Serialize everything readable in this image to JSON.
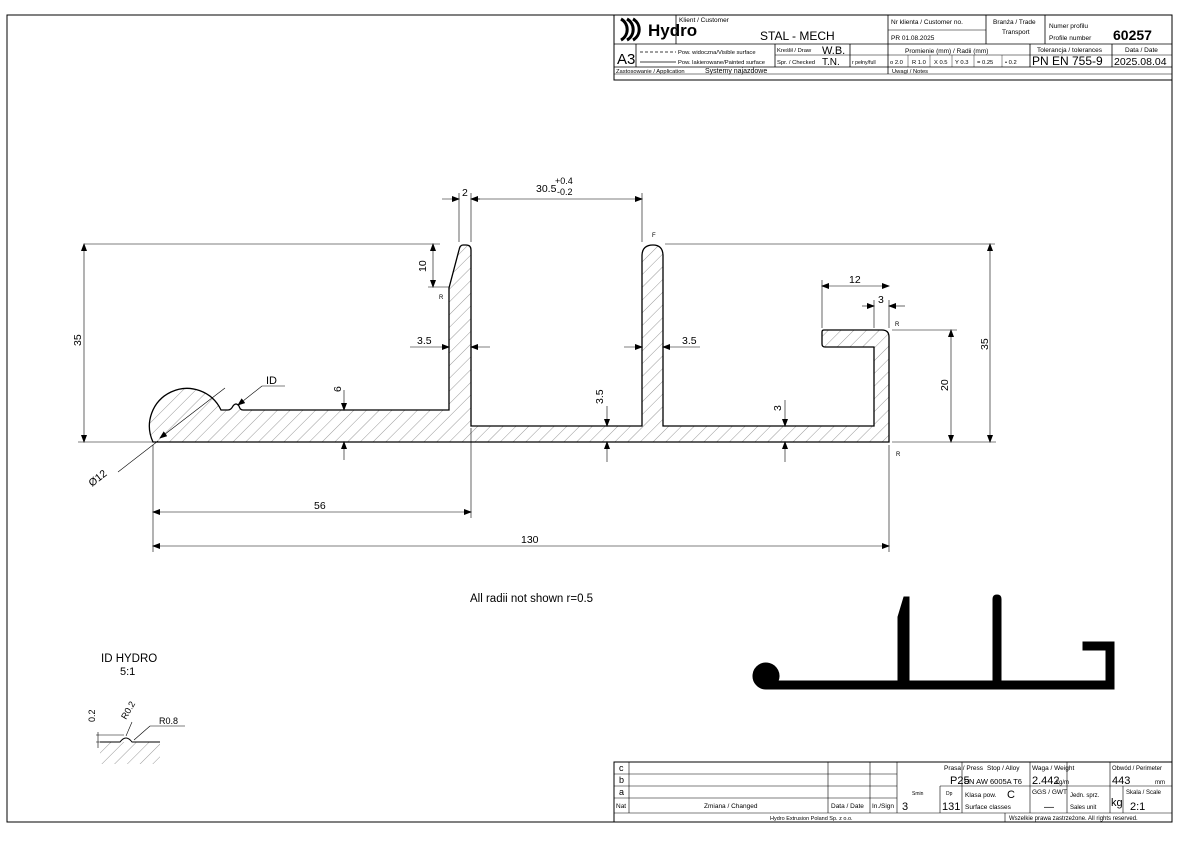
{
  "title_block": {
    "logo_text": "Hydro",
    "customer_label": "Klient / Customer",
    "customer_value": "STAL - MECH",
    "customer_no_label": "Nr klienta / Customer no.",
    "customer_no_value": "PR 01.08.2025",
    "trade_label_1": "Branża / Trade",
    "trade_label_2": "Transport",
    "profile_no_label_1": "Numer profilu",
    "profile_no_label_2": "Profile number",
    "profile_no_value": "60257",
    "sheet_size": "A3",
    "visible_surface": "Pow. widoczna/Visible surface",
    "painted_surface": "Pow. lakierowane/Painted surface",
    "drawn_label": "Kreślił / Draw",
    "drawn_value": "W.B.",
    "checked_label": "Spr. / Checked",
    "checked_value": "T.N.",
    "radii_label": "Promienie (mm) / Radii (mm)",
    "radii_full_label": "r pełny/full",
    "radii_cells": [
      "o 2.0",
      "R 1.0",
      "X 0.5",
      "Y 0.3",
      "= 0.25",
      "• 0.2"
    ],
    "tolerance_label": "Tolerancja / tolerances",
    "tolerance_value": "PN EN 755-9",
    "date_label": "Data / Date",
    "date_value": "2025.08.04",
    "application_label": "Zastosowanie / Application",
    "application_value": "Systemy najazdowe",
    "notes_label": "Uwagi / Notes"
  },
  "dimensions": {
    "d_2": "2",
    "d_30_5": "30.5",
    "d_30_5_plus": "+0.4",
    "d_30_5_minus": "-0.2",
    "d_10": "10",
    "d_r_left": "R",
    "d_f": "F",
    "d_12": "12",
    "d_3_top": "3",
    "d_r_top": "R",
    "d_35_left": "35",
    "d_35_right": "35",
    "d_3_5_left": "3.5",
    "d_3_5_right": "3.5",
    "d_3_5_bottom": "3.5",
    "d_id": "ID",
    "d_6": "6",
    "d_3_bottom": "3",
    "d_20": "20",
    "d_r_bottom": "R",
    "d_o12": "Ø12",
    "d_56": "56",
    "d_130": "130"
  },
  "notes": {
    "radii_note": "All radii not shown r=0.5",
    "id_hydro_title": "ID HYDRO",
    "id_hydro_scale": "5:1",
    "id_d_0_2": "0.2",
    "id_r_0_2": "R0.2",
    "id_r_0_8": "R0.8"
  },
  "revision_block": {
    "rows": [
      "c",
      "b",
      "a"
    ],
    "col_not": "Nat",
    "col_changed": "Zmiana / Changed",
    "col_date": "Data / Date",
    "col_sign": "In./Sign",
    "press_label": "Prasa / Press",
    "press_value": "P25",
    "alloy_label": "Stop / Alloy",
    "alloy_value": "EN AW 6005A T6",
    "weight_label": "Waga / Weight",
    "weight_value": "2.442",
    "weight_unit": "kg/m",
    "perimeter_label": "Obwód / Perimeter",
    "perimeter_value": "443",
    "perimeter_unit": "mm",
    "s_label": "Smin",
    "s_value": "3",
    "dp_label": "Dp",
    "dp_value": "131",
    "surface_class_label": "Klasa pow.",
    "surface_class_value": "C",
    "surface_classes": "Surface classes",
    "ggs_label": "GGS / GWT",
    "ggs_value": "—",
    "sales_unit_label_1": "Jedn. sprz.",
    "sales_unit_label_2": "Sales unit",
    "sales_unit_value": "kg",
    "scale_label": "Skala / Scale",
    "scale_value": "2:1",
    "company": "Hydro Extrusion Poland Sp. z o.o.",
    "rights": "Wszelkie prawa zastrzeżone. All rights reserved."
  }
}
